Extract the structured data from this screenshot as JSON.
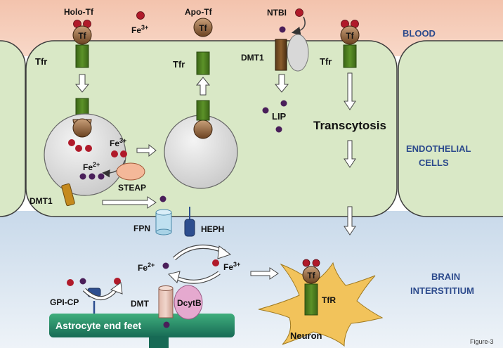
{
  "labels": {
    "holo_tf": "Holo-Tf",
    "tf": "Tf",
    "fe3": "Fe",
    "fe3_sup": "3+",
    "fe2": "Fe",
    "fe2_sup": "2+",
    "apo_tf": "Apo-Tf",
    "ntbi": "NTBI",
    "tfr": "Tfr",
    "tfr_neuron": "TfR",
    "dmt1": "DMT1",
    "dmt": "DMT",
    "lip": "LIP",
    "transcytosis": "Transcytosis",
    "steap": "STEAP",
    "fpn": "FPN",
    "heph": "HEPH",
    "gpi_cp": "GPI-CP",
    "dcytb": "DcytB",
    "astrocyte": "Astrocyte end feet",
    "neuron": "Neuron",
    "figure": "Figure-3"
  },
  "regions": {
    "blood": "BLOOD",
    "endothelial_1": "ENDOTHELIAL",
    "endothelial_2": "CELLS",
    "brain_1": "BRAIN",
    "brain_2": "INTERSTITIUM"
  },
  "colors": {
    "blood_bg": "#f6cdbb",
    "endothelial_bg": "#d9e8c6",
    "cell_stroke": "#3d3d3d",
    "brain_bg": "#d8e6f2",
    "receptor": "#4a7a1e",
    "iron": "#b01a2a",
    "ferrous": "#4a1f5a",
    "tf": "#8a5a2e",
    "endosome": "#dcdcdc",
    "astro": "#1f8a6a",
    "neuron": "#f2c35b",
    "steap": "#f4b899",
    "dcytb": "#e5a9cf",
    "fpn": "#bfe0f0",
    "heph": "#2d4e8f",
    "dmt1": "#c58a1e",
    "region_text": "#2c4a8c"
  }
}
